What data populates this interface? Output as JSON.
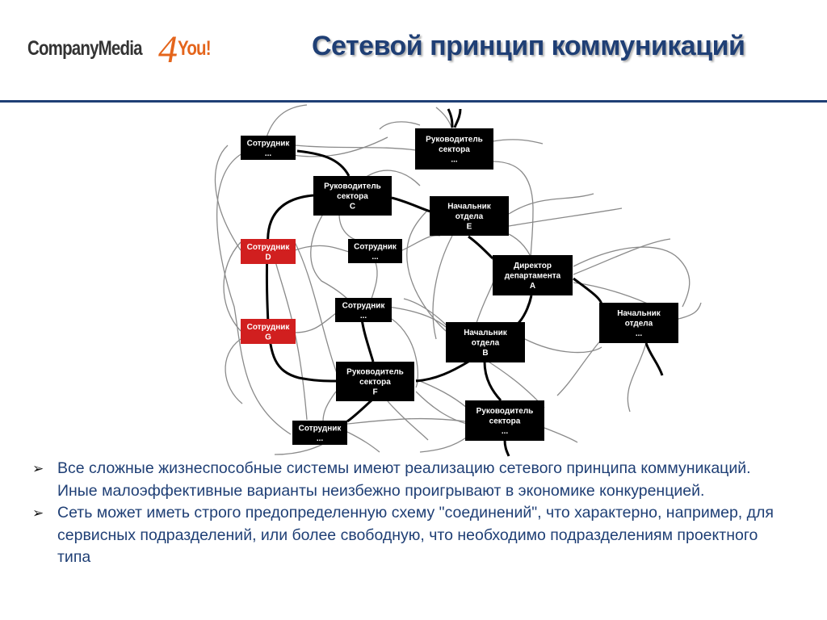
{
  "logo": {
    "company": "CompanyMedia",
    "four": "4",
    "you": "You!"
  },
  "title": "Сетевой принцип коммуникаций",
  "diagram": {
    "nodes": [
      {
        "id": "s1",
        "lines": [
          "Сотрудник",
          "..."
        ],
        "red": false
      },
      {
        "id": "rs_top",
        "lines": [
          "Руководитель",
          "сектора",
          "..."
        ],
        "red": false
      },
      {
        "id": "rs_c",
        "lines": [
          "Руководитель",
          "сектора",
          "C"
        ],
        "red": false
      },
      {
        "id": "no_e",
        "lines": [
          "Начальник",
          "отдела",
          "E"
        ],
        "red": false
      },
      {
        "id": "s_d",
        "lines": [
          "Сотрудник",
          "D"
        ],
        "red": true
      },
      {
        "id": "s2",
        "lines": [
          "Сотрудник",
          "..."
        ],
        "red": false
      },
      {
        "id": "dir_a",
        "lines": [
          "Директор",
          "департамента",
          "A"
        ],
        "red": false
      },
      {
        "id": "s3",
        "lines": [
          "Сотрудник",
          "..."
        ],
        "red": false
      },
      {
        "id": "s_g",
        "lines": [
          "Сотрудник",
          "G"
        ],
        "red": true
      },
      {
        "id": "no_right",
        "lines": [
          "Начальник",
          "отдела",
          "..."
        ],
        "red": false
      },
      {
        "id": "no_b",
        "lines": [
          "Начальник",
          "отдела",
          "B"
        ],
        "red": false
      },
      {
        "id": "rs_f",
        "lines": [
          "Руководитель",
          "сектора",
          "F"
        ],
        "red": false
      },
      {
        "id": "rs_bottom",
        "lines": [
          "Руководитель",
          "сектора",
          "..."
        ],
        "red": false
      },
      {
        "id": "s4",
        "lines": [
          "Сотрудник",
          "..."
        ],
        "red": false
      }
    ]
  },
  "bullets": [
    {
      "marker": "➢",
      "text": "Все сложные жизнеспособные системы имеют реализацию сетевого принципа коммуникаций. Иные малоэффективные варианты неизбежно проигрывают в экономике конкуренцией."
    },
    {
      "marker": "➢",
      "text": "Сеть может иметь строго предопределенную схему \"соединений\", что характерно, например, для сервисных подразделений, или более свободную, что необходимо подразделениям проектного типа"
    }
  ]
}
